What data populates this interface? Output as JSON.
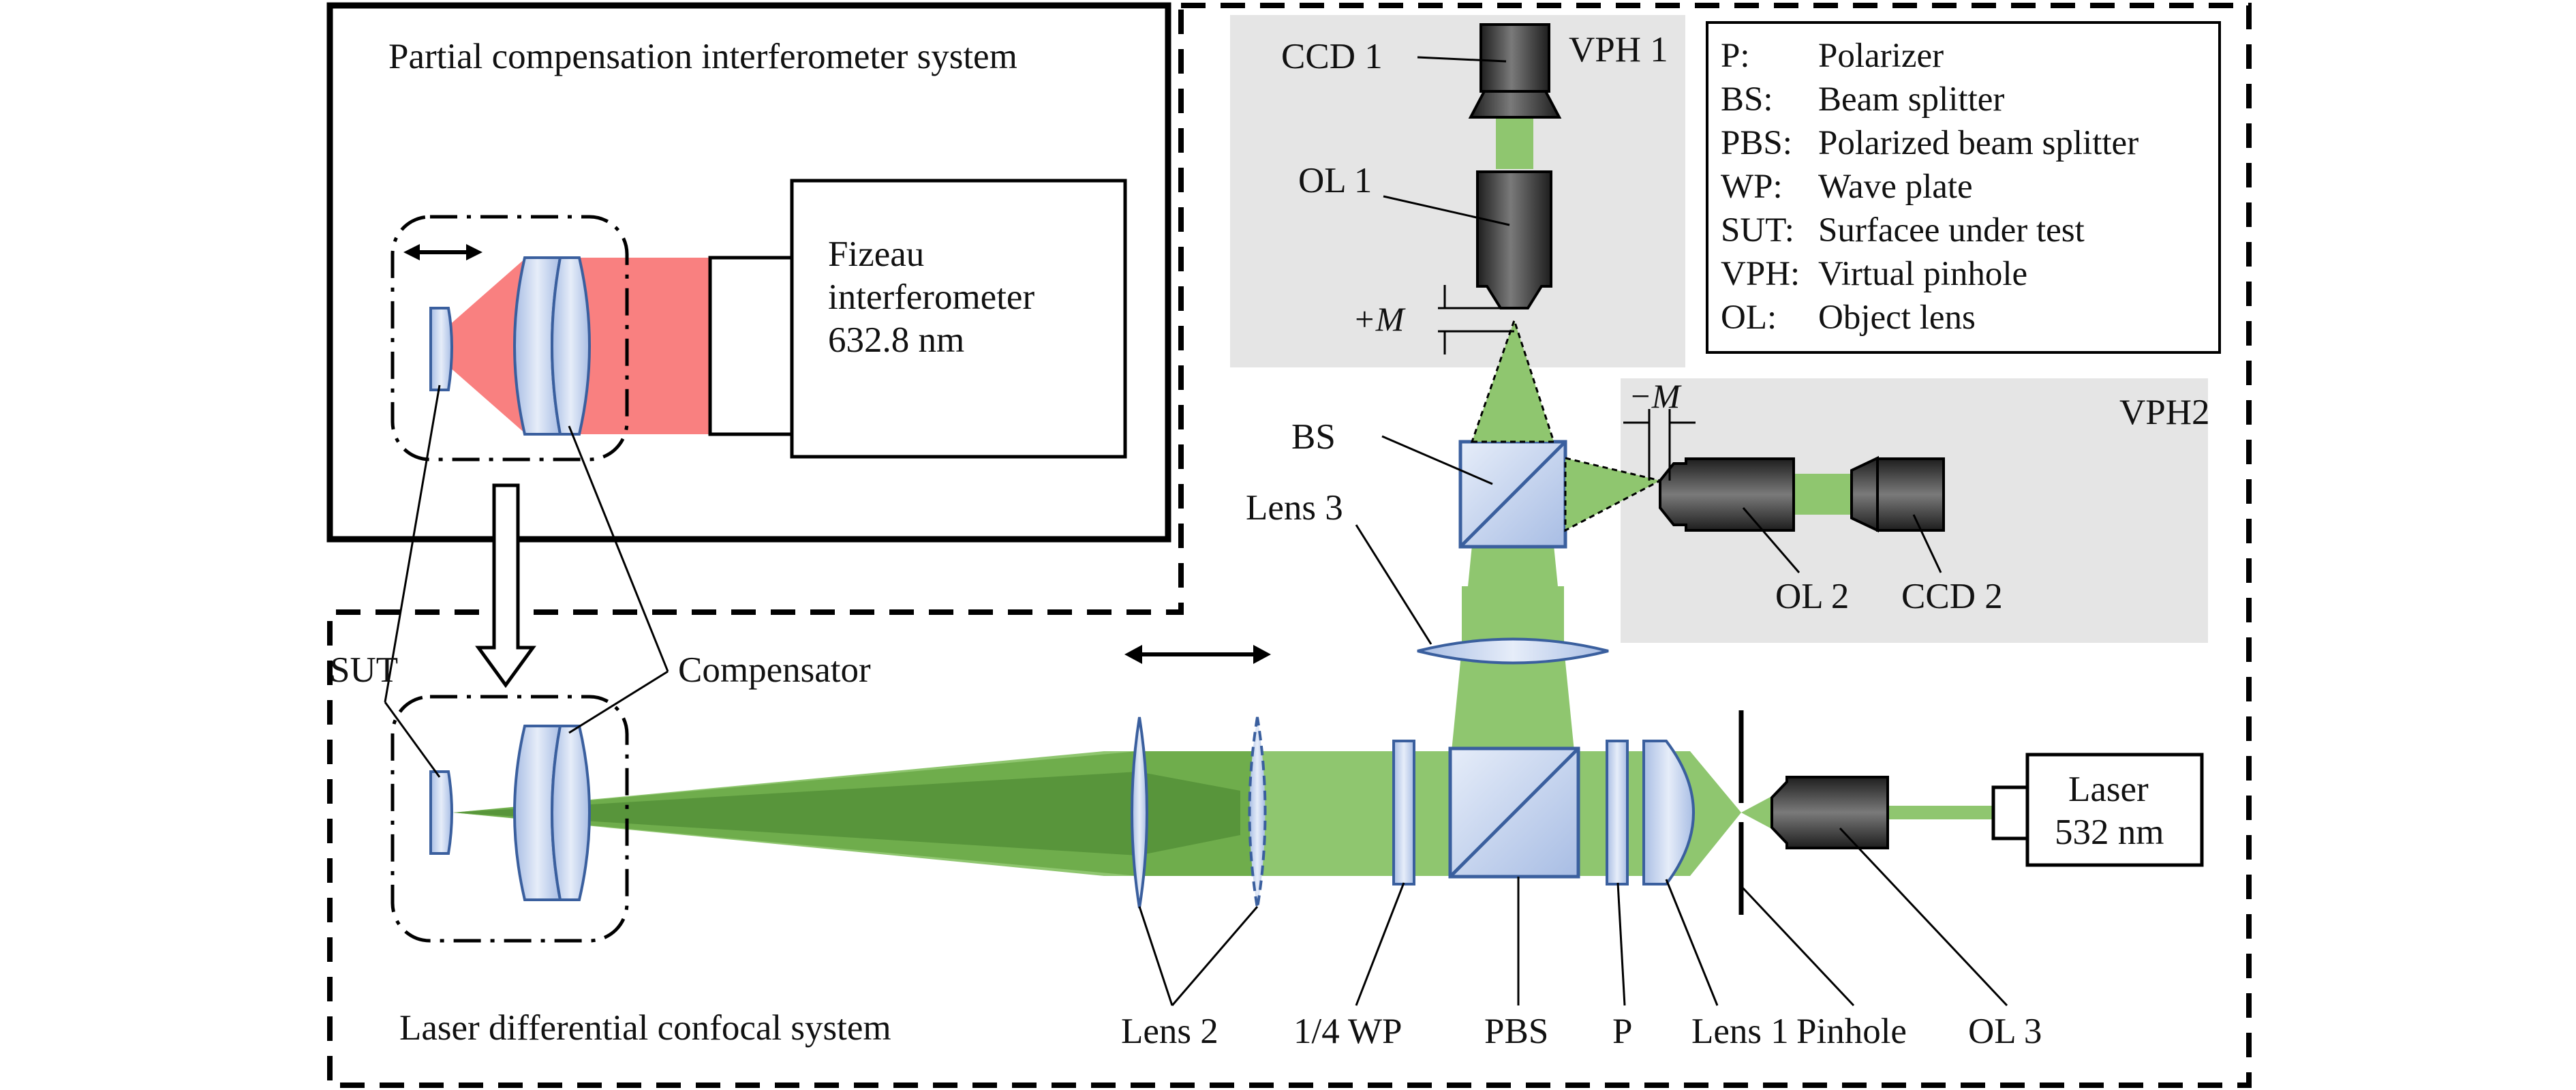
{
  "systems": {
    "partial_compensation_title": "Partial compensation interferometer system",
    "laser_confocal_title": "Laser differential confocal system"
  },
  "fizeau": {
    "line1": "Fizeau",
    "line2": "interferometer",
    "line3": "632.8 nm"
  },
  "laser": {
    "line1": "Laser",
    "line2": "532 nm"
  },
  "labels": {
    "sut": "SUT",
    "compensator": "Compensator",
    "lens1": "Lens 1",
    "lens2": "Lens 2",
    "lens3": "Lens 3",
    "wp": "1/4 WP",
    "pbs": "PBS",
    "p": "P",
    "pinhole": "Pinhole",
    "ol1": "OL 1",
    "ol2": "OL 2",
    "ol3": "OL 3",
    "ccd1": "CCD 1",
    "ccd2": "CCD 2",
    "bs": "BS",
    "vph1": "VPH 1",
    "vph2": "VPH2",
    "plus_m": "+M",
    "minus_m": "−M"
  },
  "legend": [
    {
      "key": "P:",
      "value": "Polarizer"
    },
    {
      "key": "BS:",
      "value": "Beam splitter"
    },
    {
      "key": "PBS:",
      "value": "Polarized beam splitter"
    },
    {
      "key": "WP:",
      "value": "Wave plate"
    },
    {
      "key": "SUT:",
      "value": "Surfacee under test"
    },
    {
      "key": "VPH:",
      "value": "Virtual pinhole"
    },
    {
      "key": "OL:",
      "value": "Object lens"
    }
  ],
  "colors": {
    "red_beam": "#f98080",
    "green_light": "#8fc66f",
    "green_mid": "#6aa846",
    "green_dark": "#4f8a35",
    "optic_fill": "#c9d7ef",
    "optic_stroke": "#3a5f9e",
    "gray_panel": "#e5e5e5",
    "lens_dark": "#2b2b2b"
  }
}
